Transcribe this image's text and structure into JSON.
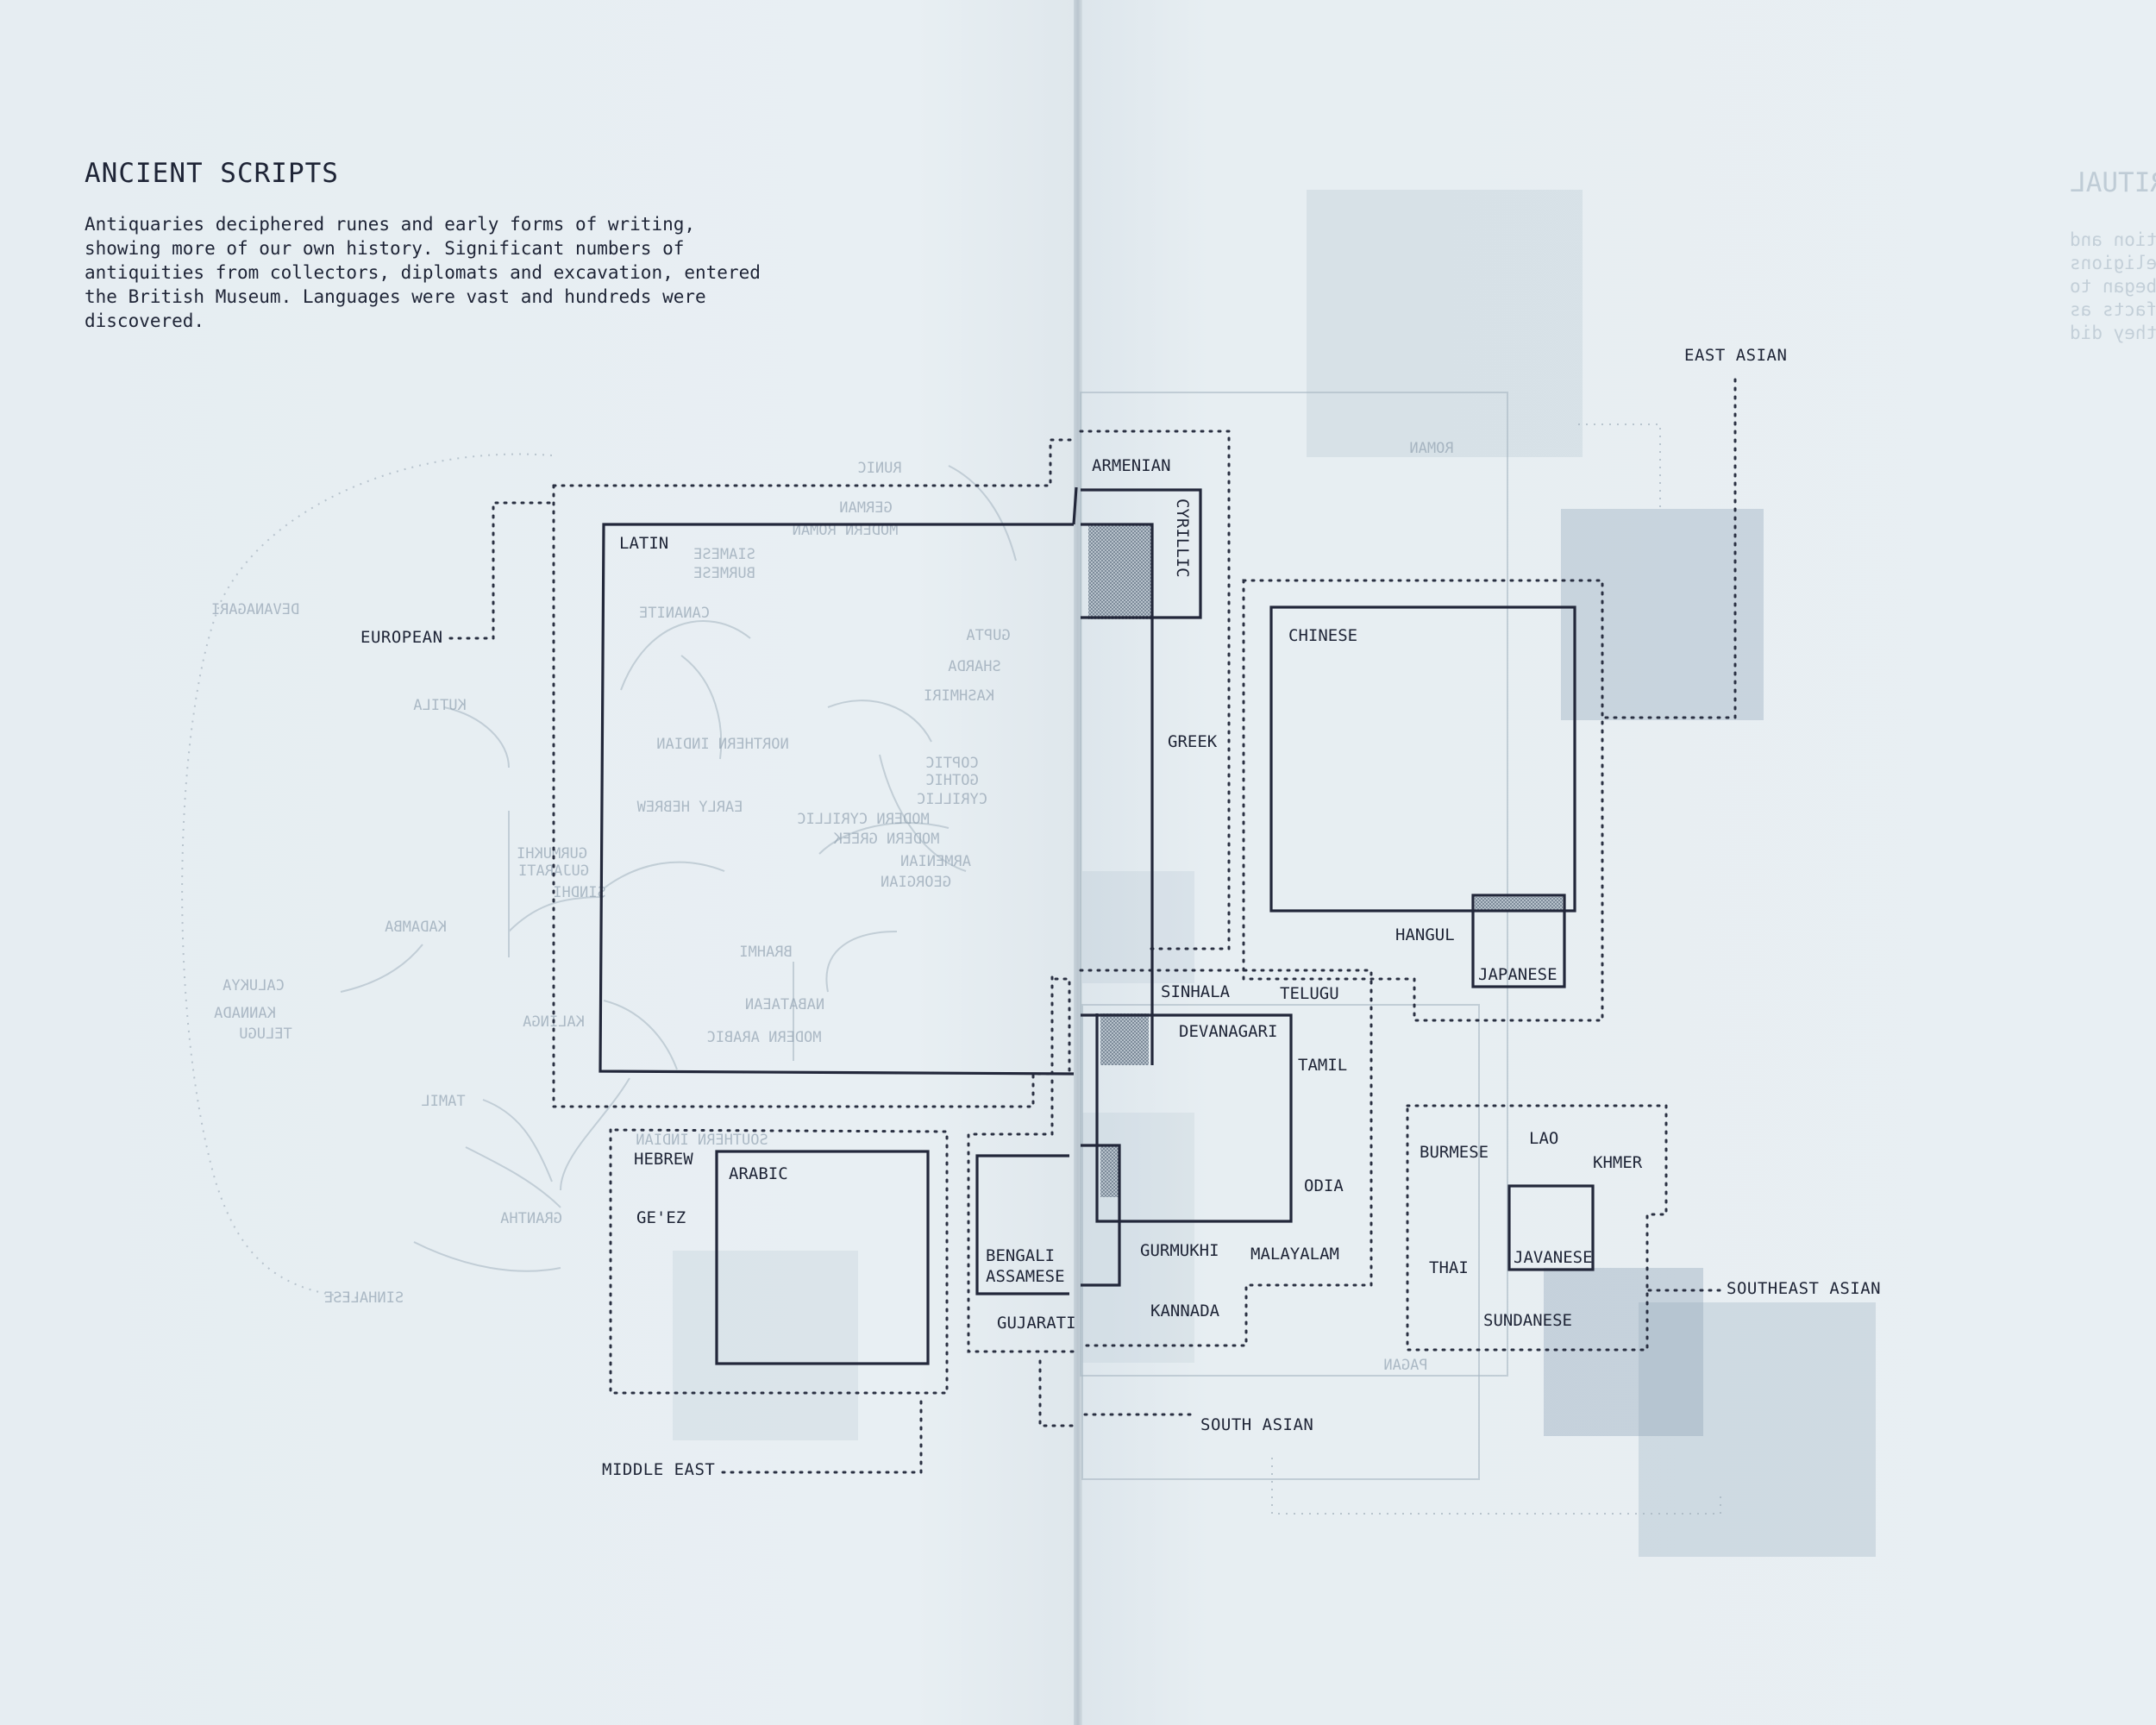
{
  "left_page": {
    "title": "ANCIENT SCRIPTS",
    "intro": "Antiquaries deciphered runes and early forms of writing, showing more of our own history. Significant numbers of antiquities from collectors, diplomats and excavation, entered the British Museum. Languages were vast and hundreds were discovered."
  },
  "regions": {
    "european": "EUROPEAN",
    "middle_east": "MIDDLE EAST",
    "east_asian": "EAST ASIAN",
    "south_asian": "SOUTH ASIAN",
    "southeast_asian": "SOUTHEAST ASIAN"
  },
  "scripts": {
    "latin": "LATIN",
    "armenian": "ARMENIAN",
    "cyrillic": "CYRILLIC",
    "greek": "GREEK",
    "chinese": "CHINESE",
    "hangul": "HANGUL",
    "japanese": "JAPANESE",
    "hebrew": "HEBREW",
    "arabic": "ARABIC",
    "geez": "GE'EZ",
    "sinhala": "SINHALA",
    "telugu": "TELUGU",
    "devanagari": "DEVANAGARI",
    "tamil": "TAMIL",
    "odia": "ODIA",
    "bengali": "BENGALI",
    "assamese": "ASSAMESE",
    "gurmukhi": "GURMUKHI",
    "malayalam": "MALAYALAM",
    "gujarati": "GUJARATI",
    "kannada": "KANNADA",
    "burmese": "BURMESE",
    "lao": "LAO",
    "khmer": "KHMER",
    "thai": "THAI",
    "javanese": "JAVANESE",
    "sundanese": "SUNDANESE"
  },
  "show_through": {
    "title": "RELIGION AND RITUAL",
    "body": [
      "The Christian mistrust surrounding superstition and",
      "magic, led to complete ignorance over other religions",
      "and other cultures. Enlightenment scholars began to",
      "study cults and cultures, collecting artefacts as",
      "they did"
    ],
    "labels": [
      "RUNIC",
      "GERMAN",
      "MODERN ROMAN",
      "SIAMESE",
      "BURMESE",
      "CANANITE",
      "DEVANAGARI",
      "KUTILA",
      "GUPTA",
      "SHARDA",
      "KASHMIRI",
      "NORTHERN INDIAN",
      "EARLY HEBREW",
      "COPTIC",
      "GOTHIC",
      "CYRILLIC",
      "MODERN CYRILLIC",
      "MODERN GREEK",
      "ARMENIAN",
      "GEORGIAN",
      "GURMUKHI",
      "GUJARATI",
      "SINDHI",
      "KADAMBA",
      "CALUKYA",
      "KANNADA",
      "TELUGU",
      "KALINGA",
      "BRAHMI",
      "NABATAEAN",
      "MODERN ARABIC",
      "SOUTHERN INDIAN",
      "TAMIL",
      "GRANTHA",
      "SINHALESE",
      "ROMAN",
      "PAGAN"
    ]
  },
  "colors": {
    "paper": "#e6edf2",
    "ink": "#1e2436",
    "shade": "#8ea4b8",
    "ghost": "#9fb0bf"
  }
}
